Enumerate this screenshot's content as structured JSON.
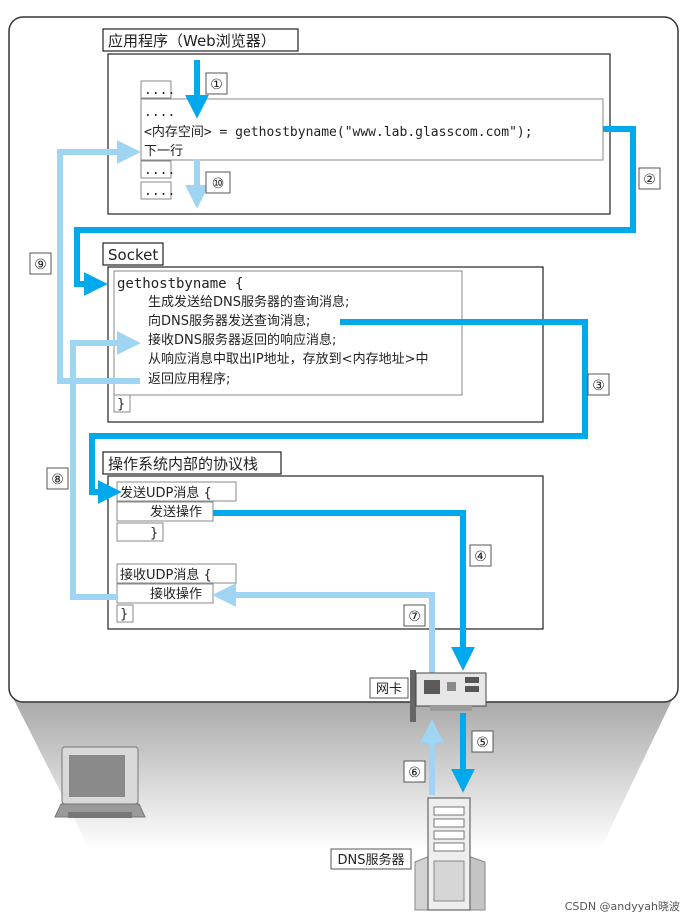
{
  "app_layer": {
    "title": "应用程序（Web浏览器）",
    "dots": "....",
    "call_line": "<内存空间> = gethostbyname(\"www.lab.glasscom.com\");",
    "next_line": "下一行"
  },
  "socket": {
    "title": "Socket",
    "func_open": "gethostbyname  {",
    "lines": [
      "生成发送给DNS服务器的查询消息;",
      "向DNS服务器发送查询消息;",
      "接收DNS服务器返回的响应消息;",
      "从响应消息中取出IP地址，存放到<内存地址>中",
      "返回应用程序;"
    ],
    "close": "}"
  },
  "os": {
    "title": "操作系统内部的协议栈",
    "send_open": "发送UDP消息  {",
    "send_op": "发送操作",
    "recv_open": "接收UDP消息  {",
    "recv_op": "接收操作",
    "close": "}"
  },
  "nic_label": "网卡",
  "dns_label": "DNS服务器",
  "steps": [
    "①",
    "②",
    "③",
    "④",
    "⑤",
    "⑥",
    "⑦",
    "⑧",
    "⑨",
    "⑩"
  ],
  "watermark": "CSDN @andyyah晓波",
  "colors": {
    "dark_arrow": "#00a8ec",
    "light_arrow": "#9fd4f2"
  }
}
